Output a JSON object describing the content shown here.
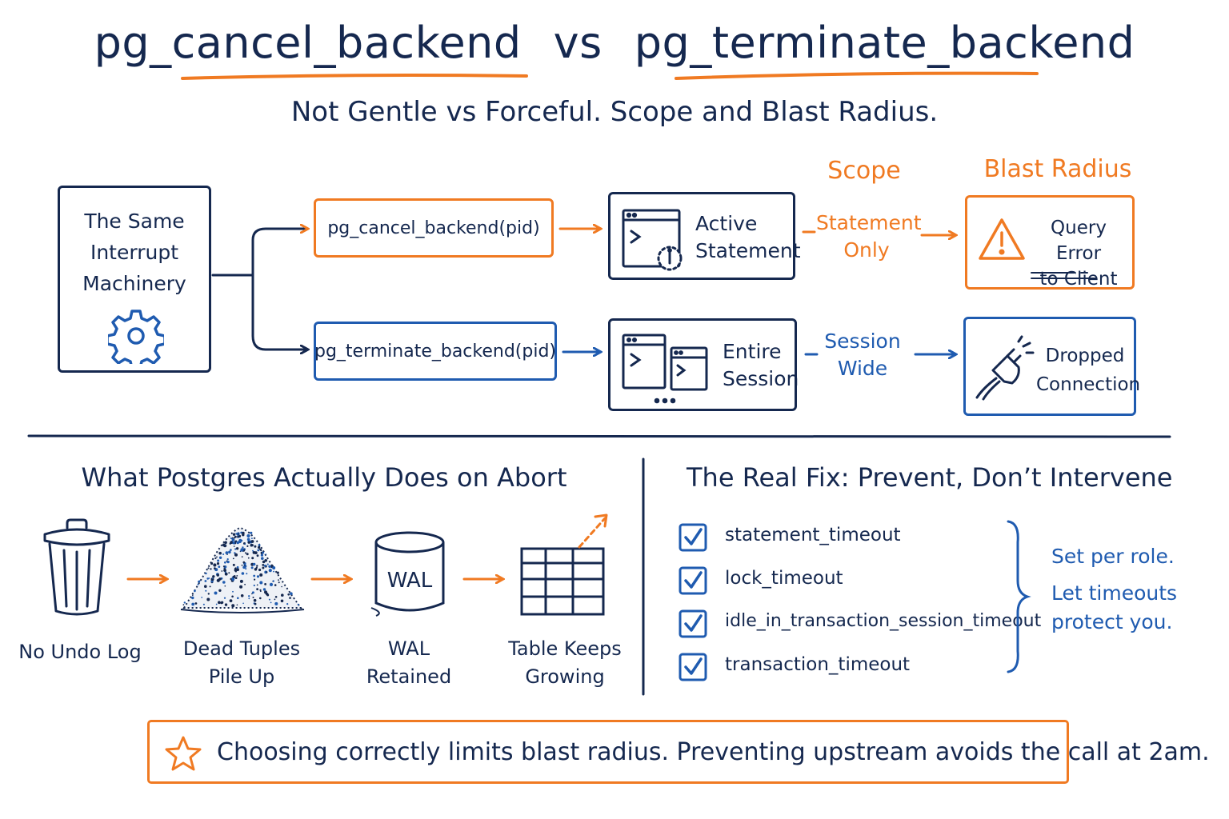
{
  "title": {
    "left": "pg_cancel_backend",
    "vs": "vs",
    "right": "pg_terminate_backend"
  },
  "subtitle": "Not Gentle vs Forceful. Scope and Blast Radius.",
  "flow": {
    "source_box": {
      "line1": "The Same",
      "line2": "Interrupt",
      "line3": "Machinery",
      "icon": "gear-icon"
    },
    "column_headers": {
      "scope": "Scope",
      "blast_radius": "Blast Radius"
    },
    "cancel_row": {
      "command": "pg_cancel_backend(pid)",
      "target_line1": "Active",
      "target_line2": "Statement",
      "scope_line1": "Statement",
      "scope_line2": "Only",
      "result_line1": "Query Error",
      "result_line2": "to Client",
      "result_icon": "warning-icon"
    },
    "terminate_row": {
      "command": "pg_terminate_backend(pid)",
      "target_line1": "Entire",
      "target_line2": "Session",
      "scope_line1": "Session",
      "scope_line2": "Wide",
      "result_line1": "Dropped",
      "result_line2": "Connection",
      "result_icon": "unplugged-icon"
    }
  },
  "abort_section": {
    "title": "What Postgres Actually Does on Abort",
    "steps": [
      {
        "line1": "No Undo Log",
        "line2": "",
        "icon": "trash-can-icon"
      },
      {
        "line1": "Dead Tuples",
        "line2": "Pile Up",
        "icon": "tuple-pile-icon"
      },
      {
        "line1": "WAL",
        "line2": "Retained",
        "icon": "wal-cylinder-icon",
        "icon_text": "WAL"
      },
      {
        "line1": "Table Keeps",
        "line2": "Growing",
        "icon": "growing-table-icon"
      }
    ]
  },
  "fix_section": {
    "title": "The Real Fix: Prevent, Don’t Intervene",
    "checklist": [
      "statement_timeout",
      "lock_timeout",
      "idle_in_transaction_session_timeout",
      "transaction_timeout"
    ],
    "note_line1": "Set per role.",
    "note_line2": "Let timeouts",
    "note_line3": "protect you."
  },
  "footer": {
    "text": "Choosing correctly limits blast radius. Preventing upstream avoids the call at 2am.",
    "icon": "star-icon"
  },
  "colors": {
    "navy": "#15284f",
    "orange": "#f07a22",
    "blue": "#1f5bb0"
  }
}
